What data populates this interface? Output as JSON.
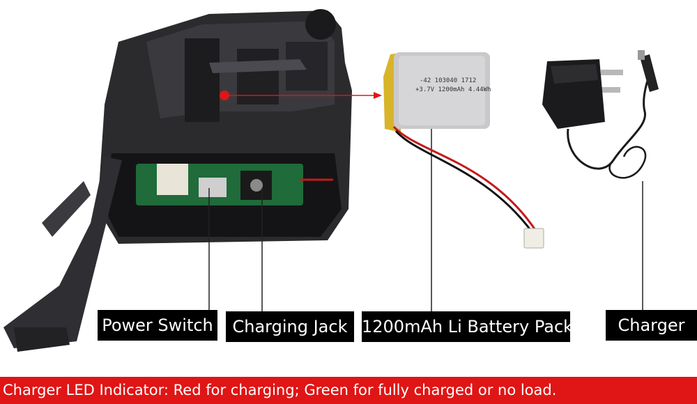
{
  "labels": {
    "power_switch": "Power Switch",
    "charging_jack": "Charging Jack",
    "battery_pack": "1200mAh Li Battery Pack",
    "charger": "Charger"
  },
  "battery_print": {
    "line1": "-42 103040 1712",
    "line2": "+3.7V 1200mAh 4.44Wh"
  },
  "footer": {
    "text": "Charger LED Indicator: Red for charging; Green for fully charged or no load."
  },
  "colors": {
    "footer_bg": "#e01515",
    "label_bg": "#000000",
    "label_text": "#ffffff",
    "pointer": "#e01515"
  }
}
